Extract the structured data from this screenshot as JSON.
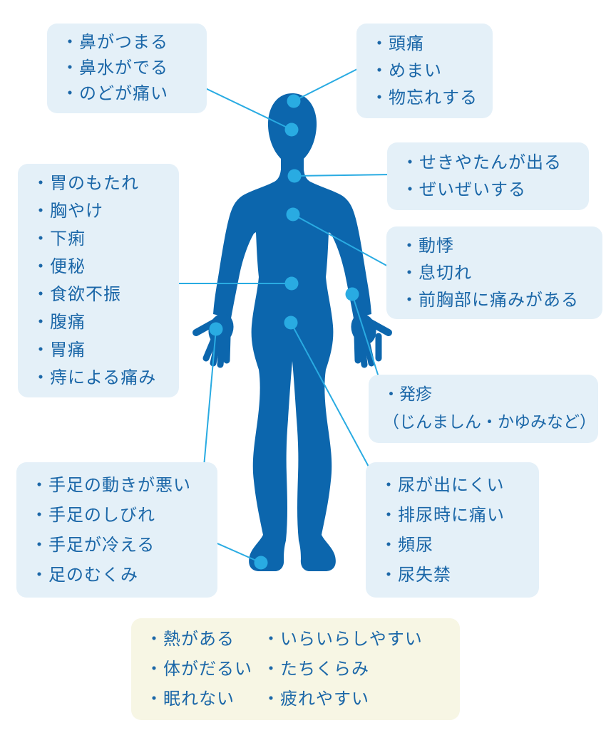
{
  "colors": {
    "body": "#0C66AD",
    "accent": "#29ABE2",
    "callout_bg": "#E4F0F8",
    "general_bg": "#F7F6E4",
    "text": "#1B67A8"
  },
  "callouts": {
    "nose": {
      "items": [
        "・鼻がつまる",
        "・鼻水がでる",
        "・のどが痛い"
      ]
    },
    "head": {
      "items": [
        "・頭痛",
        "・めまい",
        "・物忘れする"
      ]
    },
    "respiratory": {
      "items": [
        "・せきやたんが出る",
        "・ぜいぜいする"
      ]
    },
    "heart": {
      "items": [
        "・動悸",
        "・息切れ",
        "・前胸部に痛みがある"
      ]
    },
    "digestive": {
      "items": [
        "・胃のもたれ",
        "・胸やけ",
        "・下痢",
        "・便秘",
        "・食欲不振",
        "・腹痛",
        "・胃痛",
        "・痔による痛み"
      ]
    },
    "skin": {
      "items": [
        "・発疹",
        "（じんましん・かゆみなど）"
      ]
    },
    "urinary": {
      "items": [
        "・尿が出にくい",
        "・排尿時に痛い",
        "・頻尿",
        "・尿失禁"
      ]
    },
    "limbs": {
      "items": [
        "・手足の動きが悪い",
        "・手足のしびれ",
        "・手足が冷える",
        "・足のむくみ"
      ]
    },
    "general": {
      "col1": [
        "・熱がある",
        "・体がだるい",
        "・眠れない"
      ],
      "col2": [
        "・いらいらしやすい",
        "・たちくらみ",
        "・疲れやすい"
      ]
    }
  }
}
